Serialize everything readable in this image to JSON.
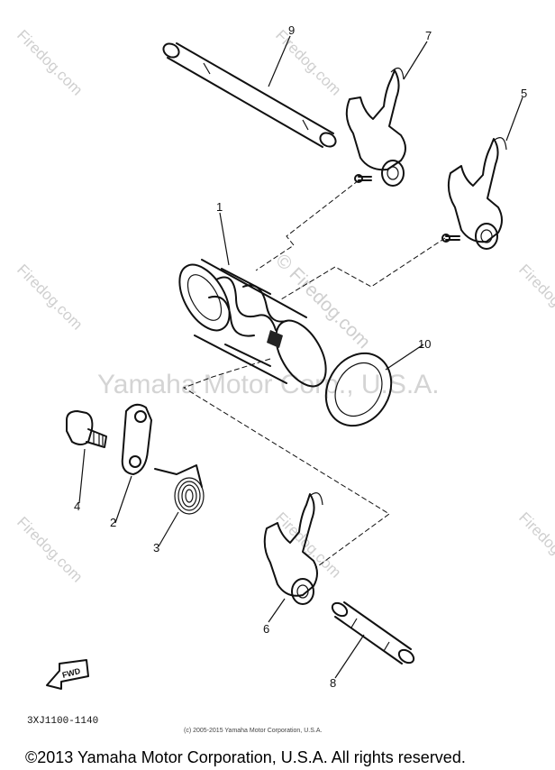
{
  "watermark": {
    "site": "Firedog.com",
    "center_site": "© Firedog.com",
    "corp": "Yamaha Motor Corp., U.S.A."
  },
  "parts": [
    {
      "number": "1"
    },
    {
      "number": "2"
    },
    {
      "number": "3"
    },
    {
      "number": "4"
    },
    {
      "number": "5"
    },
    {
      "number": "6"
    },
    {
      "number": "7"
    },
    {
      "number": "8"
    },
    {
      "number": "9"
    },
    {
      "number": "10"
    }
  ],
  "fwd_label": "FWD",
  "diagram_code": "3XJ1100-1140",
  "small_copyright": "(c) 2005-2015 Yamaha Motor Corporation, U.S.A.",
  "copyright": "©2013 Yamaha Motor Corporation, U.S.A. All rights reserved."
}
